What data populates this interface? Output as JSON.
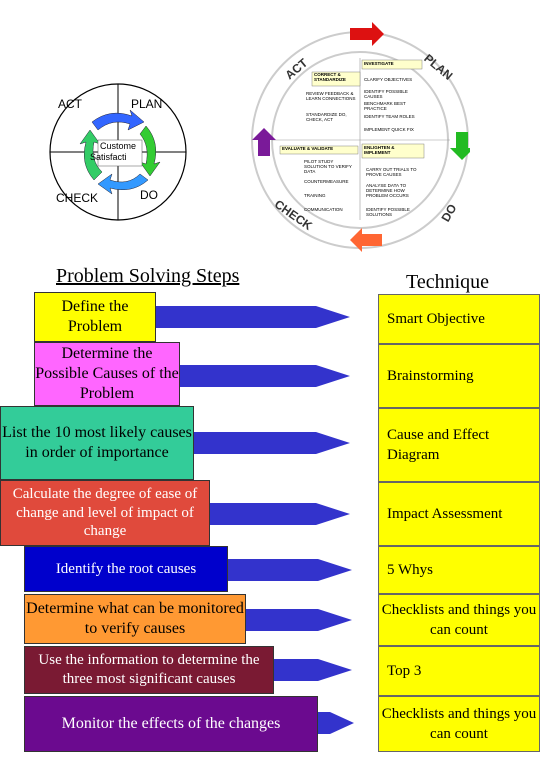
{
  "cycle_left": {
    "act": "ACT",
    "plan": "PLAN",
    "check": "CHECK",
    "do": "DO",
    "center_lines": [
      "Custome",
      "Satisfacti"
    ]
  },
  "cycle_right": {
    "ring_act": "ACT",
    "ring_plan": "PLAN",
    "ring_check": "CHECK",
    "ring_do": "DO",
    "act_title": "CORRECT & STANDARDIZE",
    "act_items": [
      "REVIEW FEEDBACK & LEARN CONNECTIONS",
      "STANDARDIZE DO, CHECK, ACT"
    ],
    "plan_title": "INVESTIGATE",
    "plan_items": [
      "CLARIFY OBJECTIVES",
      "IDENTIFY POSSIBLE CAUSES",
      "BENCHMARK BEST PRACTICE",
      "IDENTIFY TEAM ROLES",
      "IMPLEMENT QUICK FIX"
    ],
    "check_title": "EVALUATE & VALIDATE",
    "check_items": [
      "PILOT STUDY SOLUTION TO VERIFY DATA",
      "COUNTERMEASURE",
      "TRAINING",
      "COMMUNICATION"
    ],
    "do_title": "ENLIGHTEN & IMPLEMENT",
    "do_items": [
      "CARRY OUT TRIALS TO PROVE CAUSES",
      "ANALYSE DATA TO DETERMINE HOW PROBLEM OCCURS",
      "IDENTIFY POSSIBLE SOLUTIONS"
    ]
  },
  "headers": {
    "steps": "Problem Solving Steps",
    "technique": "Technique"
  },
  "steps": [
    {
      "text": "Define the Problem",
      "color": "#ffff00",
      "text_color": "#000000"
    },
    {
      "text": "Determine the Possible Causes of the Problem",
      "color": "#ff66ff",
      "text_color": "#000000"
    },
    {
      "text": "List the 10 most likely causes in order of importance",
      "color": "#33cc99",
      "text_color": "#000000"
    },
    {
      "text": "Calculate the degree of ease of change and level of impact of change",
      "color": "#e04a3c",
      "text_color": "#ffffff"
    },
    {
      "text": "Identify the root causes",
      "color": "#0000cc",
      "text_color": "#ffffff"
    },
    {
      "text": "Determine what can be monitored to verify causes",
      "color": "#ff9933",
      "text_color": "#000000"
    },
    {
      "text": "Use the information to determine the three most significant causes",
      "color": "#7a1a33",
      "text_color": "#ffffff"
    },
    {
      "text": "Monitor the effects of the changes",
      "color": "#6b0a8f",
      "text_color": "#ffffff"
    }
  ],
  "techniques": [
    "Smart Objective",
    "Brainstorming",
    "Cause and Effect Diagram",
    "Impact Assessment",
    "5 Whys",
    "Checklists and things you can count",
    "Top 3",
    "Checklists and things you can count"
  ],
  "colors": {
    "arrow": "#3333cc",
    "technique_bg": "#ffff00"
  }
}
